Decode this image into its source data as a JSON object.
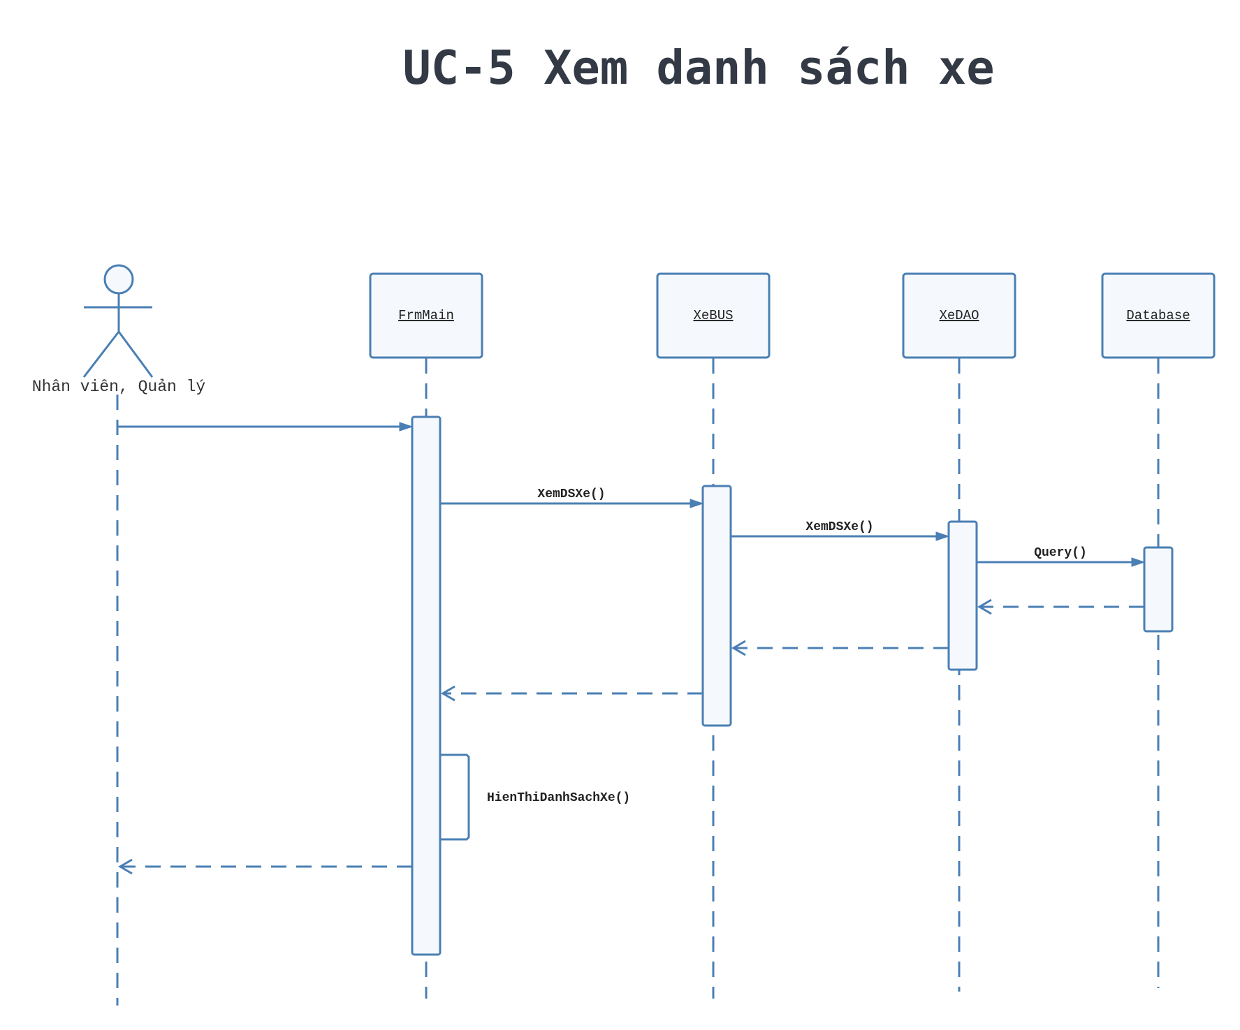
{
  "title": "UC-5 Xem danh sách xe",
  "actor": {
    "label": "Nhân viên, Quản lý"
  },
  "objects": [
    {
      "id": "frmmain",
      "label": "FrmMain"
    },
    {
      "id": "xebus",
      "label": "XeBUS"
    },
    {
      "id": "xedao",
      "label": "XeDAO"
    },
    {
      "id": "database",
      "label": "Database"
    }
  ],
  "messages": [
    {
      "from": "actor",
      "to": "frmmain",
      "label": "",
      "kind": "sync"
    },
    {
      "from": "frmmain",
      "to": "xebus",
      "label": "XemDSXe()",
      "kind": "sync"
    },
    {
      "from": "xebus",
      "to": "xedao",
      "label": "XemDSXe()",
      "kind": "sync"
    },
    {
      "from": "xedao",
      "to": "database",
      "label": "Query()",
      "kind": "sync"
    },
    {
      "from": "database",
      "to": "xedao",
      "label": "",
      "kind": "return"
    },
    {
      "from": "xedao",
      "to": "xebus",
      "label": "",
      "kind": "return"
    },
    {
      "from": "xebus",
      "to": "frmmain",
      "label": "",
      "kind": "return"
    },
    {
      "from": "frmmain",
      "to": "frmmain",
      "label": "HienThiDanhSachXe()",
      "kind": "self"
    },
    {
      "from": "frmmain",
      "to": "actor",
      "label": "",
      "kind": "return"
    }
  ],
  "colors": {
    "stroke": "#4a7fb4",
    "fill": "#f5f9fd",
    "title": "#333a45"
  }
}
